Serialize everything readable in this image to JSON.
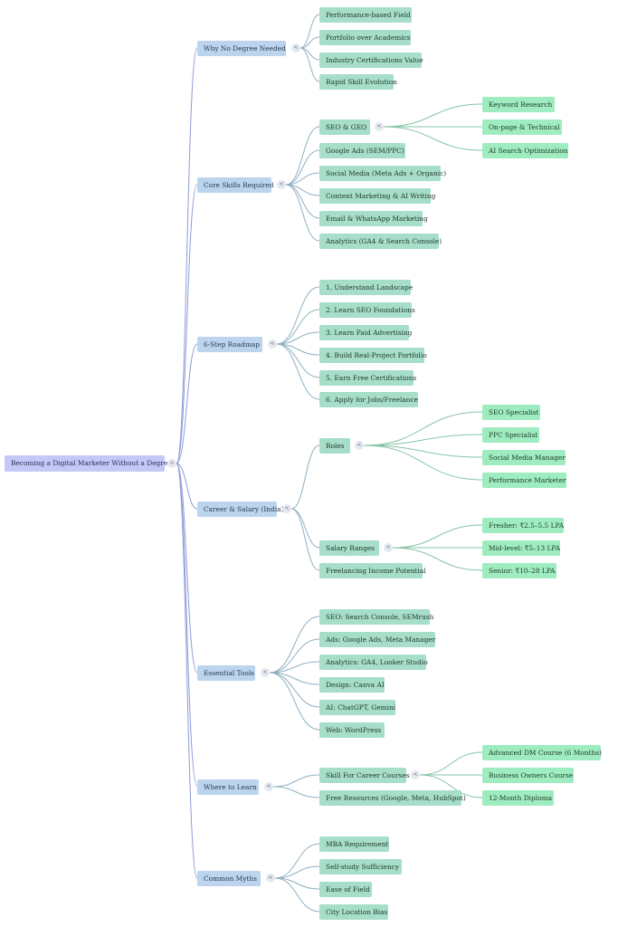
{
  "root": {
    "label": "Becoming a Digital Marketer Without a Degree"
  },
  "toggle_glyph": "<",
  "branches": [
    {
      "label": "Why No Degree Needed",
      "children": [
        {
          "label": "Performance-based Field"
        },
        {
          "label": "Portfolio over Academics"
        },
        {
          "label": "Industry Certifications Value"
        },
        {
          "label": "Rapid Skill Evolution"
        }
      ]
    },
    {
      "label": "Core Skills Required",
      "children": [
        {
          "label": "SEO & GEO",
          "children": [
            {
              "label": "Keyword Research"
            },
            {
              "label": "On-page & Technical"
            },
            {
              "label": "AI Search Optimization"
            }
          ]
        },
        {
          "label": "Google Ads (SEM/PPC)"
        },
        {
          "label": "Social Media (Meta Ads + Organic)"
        },
        {
          "label": "Content Marketing & AI Writing"
        },
        {
          "label": "Email & WhatsApp Marketing"
        },
        {
          "label": "Analytics (GA4 & Search Console)"
        }
      ]
    },
    {
      "label": "6-Step Roadmap",
      "children": [
        {
          "label": "1. Understand Landscape"
        },
        {
          "label": "2. Learn SEO Foundations"
        },
        {
          "label": "3. Learn Paid Advertising"
        },
        {
          "label": "4. Build Real-Project Portfolio"
        },
        {
          "label": "5. Earn Free Certifications"
        },
        {
          "label": "6. Apply for Jobs/Freelance"
        }
      ]
    },
    {
      "label": "Career & Salary (India)",
      "children": [
        {
          "label": "Roles",
          "children": [
            {
              "label": "SEO Specialist"
            },
            {
              "label": "PPC Specialist"
            },
            {
              "label": "Social Media Manager"
            },
            {
              "label": "Performance Marketer"
            }
          ]
        },
        {
          "label": "Salary Ranges",
          "children": [
            {
              "label": "Fresher: ₹2.5–5.5 LPA"
            },
            {
              "label": "Mid-level: ₹5–13 LPA"
            },
            {
              "label": "Senior: ₹10–28 LPA"
            }
          ]
        },
        {
          "label": "Freelancing Income Potential"
        }
      ]
    },
    {
      "label": "Essential Tools",
      "children": [
        {
          "label": "SEO: Search Console, SEMrush"
        },
        {
          "label": "Ads: Google Ads, Meta Manager"
        },
        {
          "label": "Analytics: GA4, Looker Studio"
        },
        {
          "label": "Design: Canva AI"
        },
        {
          "label": "AI: ChatGPT, Gemini"
        },
        {
          "label": "Web: WordPress"
        }
      ]
    },
    {
      "label": "Where to Learn",
      "children": [
        {
          "label": "Skill For Career Courses",
          "children": [
            {
              "label": "Advanced DM Course (6 Months)"
            },
            {
              "label": "Business Owners Course"
            },
            {
              "label": "12-Month Diploma"
            }
          ]
        },
        {
          "label": "Free Resources (Google, Meta, HubSpot)"
        }
      ]
    },
    {
      "label": "Common Myths",
      "children": [
        {
          "label": "MBA Requirement"
        },
        {
          "label": "Self-study Sufficiency"
        },
        {
          "label": "Ease of Field"
        },
        {
          "label": "City Location Bias"
        }
      ]
    }
  ]
}
